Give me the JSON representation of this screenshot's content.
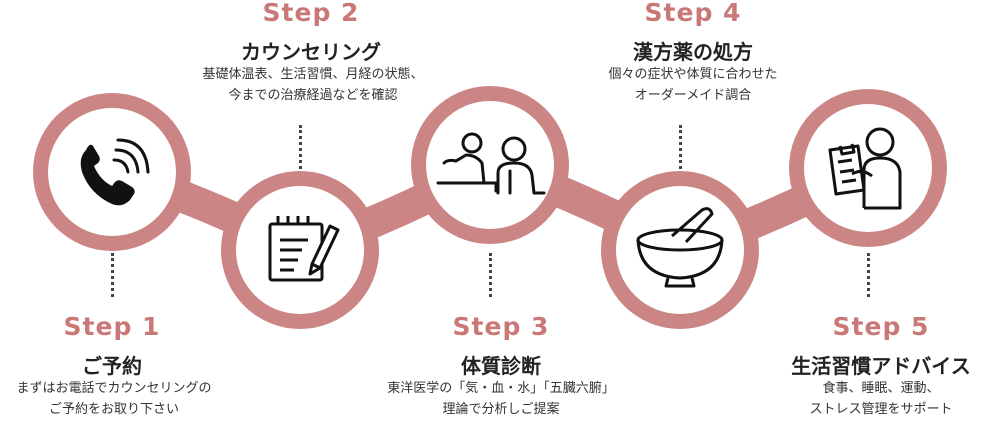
{
  "colors": {
    "accent": "#c97777",
    "ring": "#cc8585",
    "ink": "#222222"
  },
  "steps": [
    {
      "label": "Step 1",
      "title": "ご予約",
      "icon": "phone-icon",
      "desc": [
        "まずはお電話でカウンセリングの",
        "ご予約をお取り下さい"
      ]
    },
    {
      "label": "Step 2",
      "title": "カウンセリング",
      "icon": "notepad-pencil-icon",
      "desc": [
        "基礎体温表、生活習慣、月経の状態、",
        "今までの治療経過などを確認"
      ]
    },
    {
      "label": "Step 3",
      "title": "体質診断",
      "icon": "consultation-icon",
      "desc": [
        "東洋医学の「気・血・水」「五臓六腑」",
        "理論で分析しご提案"
      ]
    },
    {
      "label": "Step 4",
      "title": "漢方薬の処方",
      "icon": "mortar-pestle-icon",
      "desc": [
        "個々の症状や体質に合わせた",
        "オーダーメイド調合"
      ]
    },
    {
      "label": "Step 5",
      "title": "生活習慣アドバイス",
      "icon": "person-clipboard-icon",
      "desc": [
        "食事、睡眠、運動、",
        "ストレス管理をサポート"
      ]
    }
  ]
}
